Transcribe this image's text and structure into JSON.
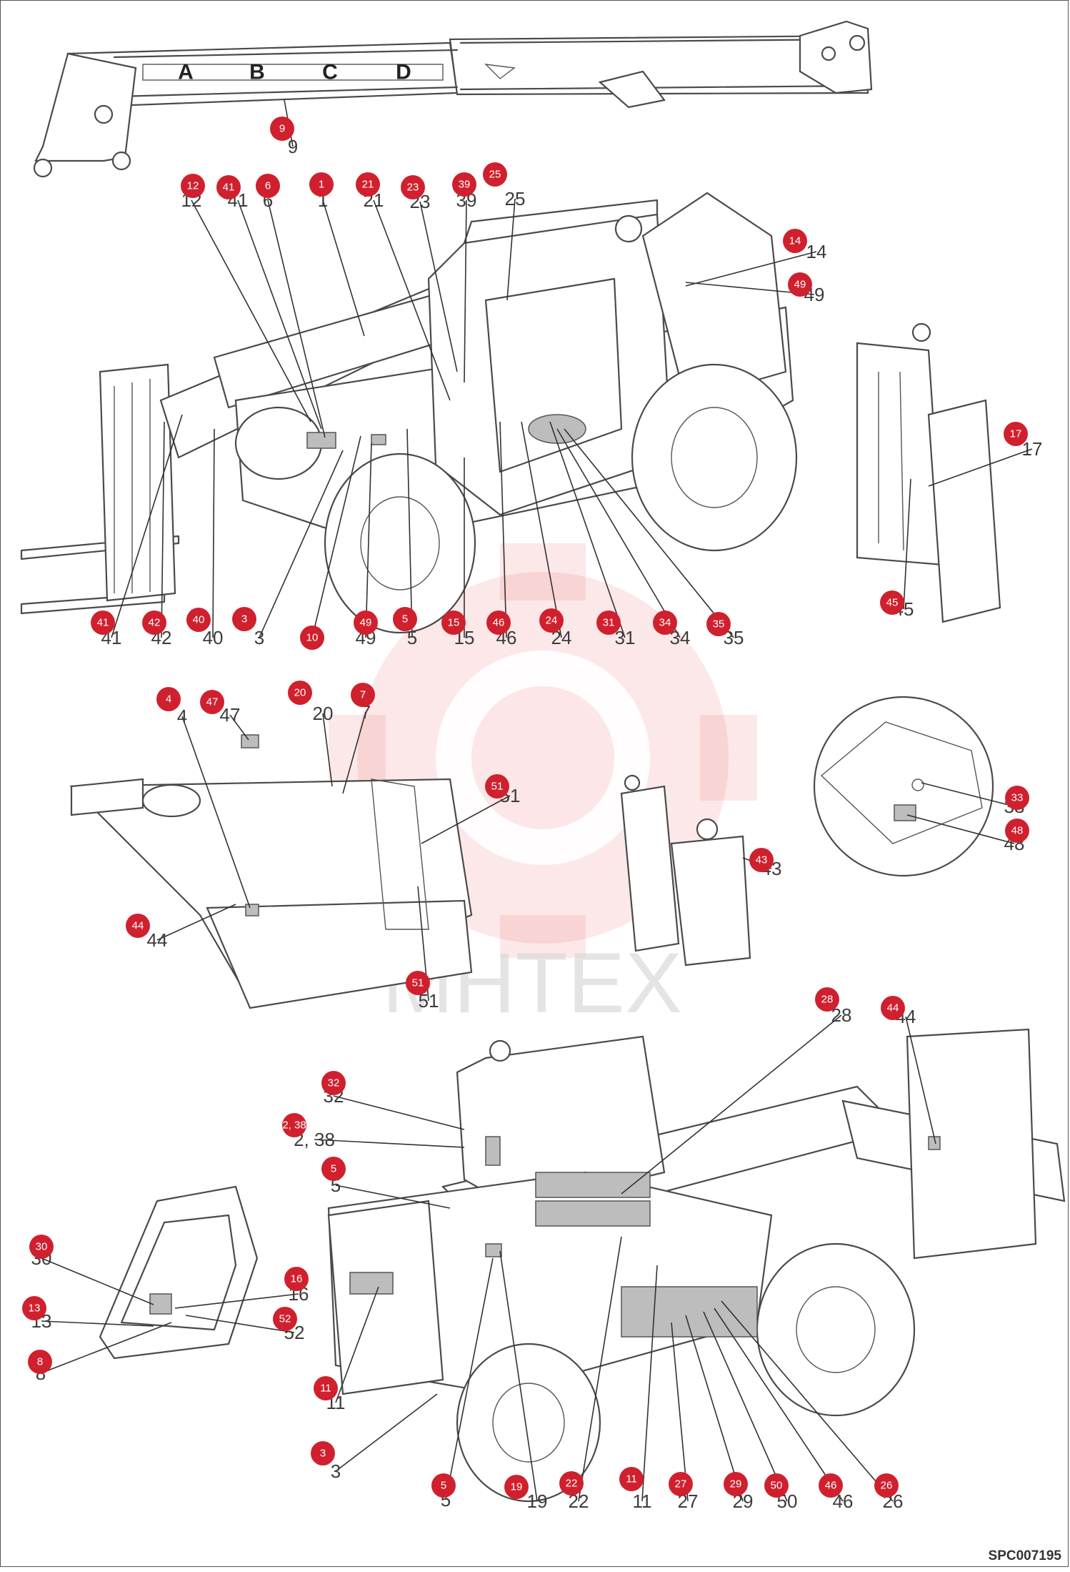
{
  "diagram": {
    "boom_letters": [
      "A",
      "B",
      "C",
      "D"
    ],
    "watermark_text": "MHTEX",
    "code": "SPC007195",
    "accent_color": "#d0202e",
    "callouts": [
      {
        "n": "9"
      },
      {
        "n": "12"
      },
      {
        "n": "41"
      },
      {
        "n": "6"
      },
      {
        "n": "1"
      },
      {
        "n": "21"
      },
      {
        "n": "23"
      },
      {
        "n": "39"
      },
      {
        "n": "25"
      },
      {
        "n": "14"
      },
      {
        "n": "49"
      },
      {
        "n": "17"
      },
      {
        "n": "45"
      },
      {
        "n": "41"
      },
      {
        "n": "42"
      },
      {
        "n": "40"
      },
      {
        "n": "3"
      },
      {
        "n": "10"
      },
      {
        "n": "49"
      },
      {
        "n": "5"
      },
      {
        "n": "15"
      },
      {
        "n": "46"
      },
      {
        "n": "24"
      },
      {
        "n": "31"
      },
      {
        "n": "34"
      },
      {
        "n": "35"
      },
      {
        "n": "4"
      },
      {
        "n": "47"
      },
      {
        "n": "20"
      },
      {
        "n": "7"
      },
      {
        "n": "51"
      },
      {
        "n": "44"
      },
      {
        "n": "51"
      },
      {
        "n": "43"
      },
      {
        "n": "33"
      },
      {
        "n": "48"
      },
      {
        "n": "28"
      },
      {
        "n": "44"
      },
      {
        "n": "32"
      },
      {
        "n": "2, 38"
      },
      {
        "n": "5"
      },
      {
        "n": "30"
      },
      {
        "n": "16"
      },
      {
        "n": "13"
      },
      {
        "n": "52"
      },
      {
        "n": "8"
      },
      {
        "n": "11"
      },
      {
        "n": "3"
      },
      {
        "n": "5"
      },
      {
        "n": "19"
      },
      {
        "n": "22"
      },
      {
        "n": "11"
      },
      {
        "n": "27"
      },
      {
        "n": "29"
      },
      {
        "n": "50"
      },
      {
        "n": "46"
      },
      {
        "n": "26"
      }
    ]
  }
}
